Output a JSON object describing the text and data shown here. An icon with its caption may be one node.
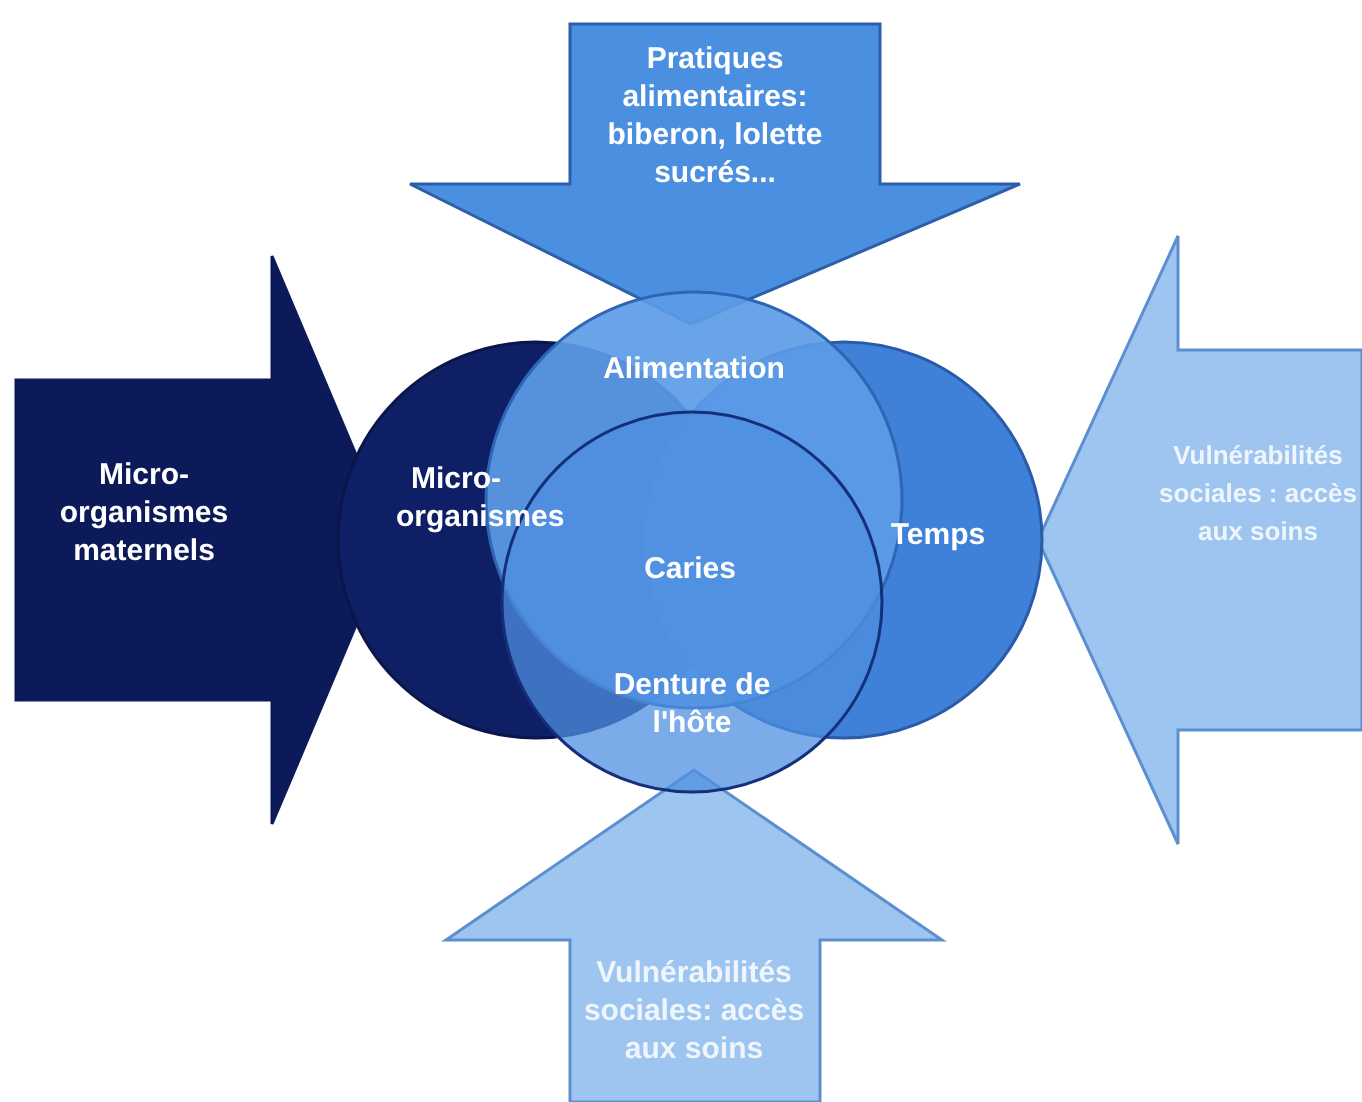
{
  "diagram": {
    "nodes": [
      {
        "text": [
          "Pratiques alimentaires: biberon, lolette sucrés..."
        ]
      },
      {
        "text": [
          "Micro-organismes maternels"
        ]
      },
      {
        "text": [
          "Micro-organismes"
        ]
      },
      {
        "text": [
          "Alimentation"
        ]
      },
      {
        "text": [
          "Temps"
        ]
      },
      {
        "text": [
          "Denture de l'hôte"
        ]
      },
      {
        "text": [
          "Vulnérabilités sociales : accès aux soins"
        ]
      },
      {
        "text": [
          "Vulnérabilités sociales: accès aux soins"
        ]
      }
    ],
    "labels": [
      "Caries"
    ]
  }
}
